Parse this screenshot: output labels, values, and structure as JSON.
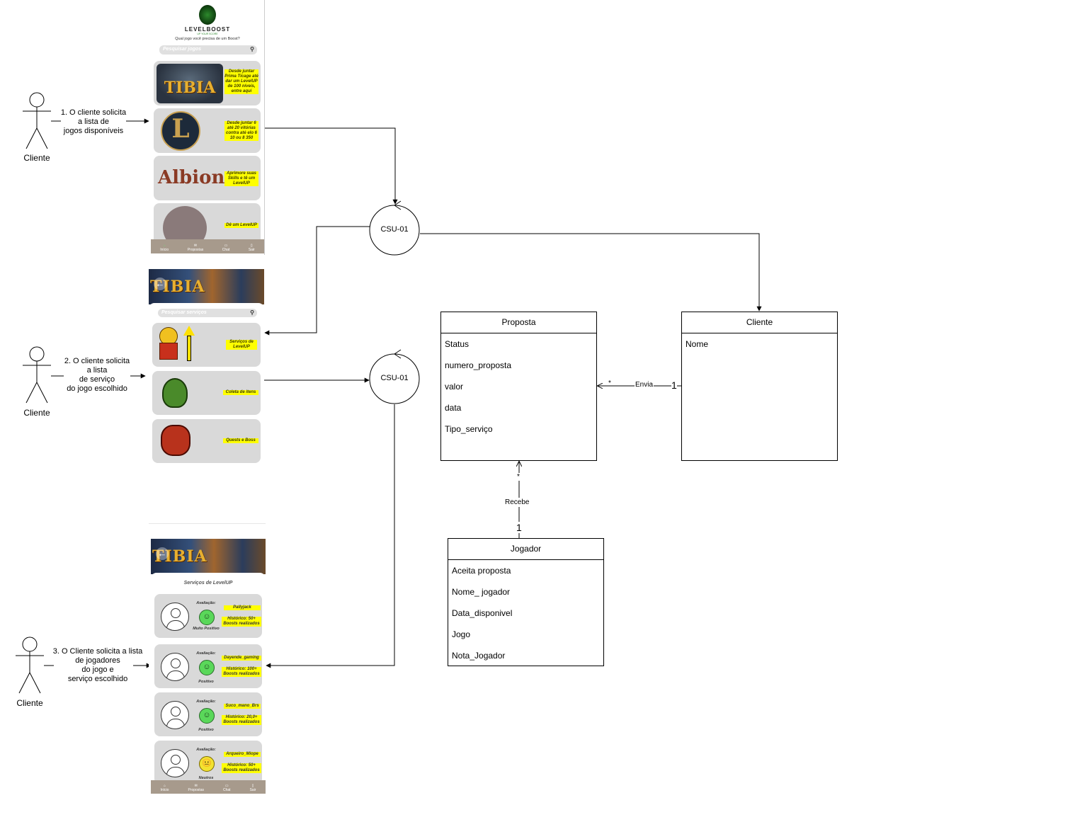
{
  "actors": [
    {
      "label": "Cliente",
      "step": "1. O cliente solicita\na lista de\njogos disponíveis"
    },
    {
      "label": "Cliente",
      "step": "2. O cliente solicita\na lista\nde serviço\ndo jogo escolhido"
    },
    {
      "label": "Cliente",
      "step": "3. O Cliente solicita a lista\nde jogadores\ndo jogo e\nserviço escolhido"
    }
  ],
  "controls": [
    {
      "label": "CSU-01"
    },
    {
      "label": "CSU-01"
    }
  ],
  "screen1": {
    "brand": "LEVELBOOST",
    "brand_tag": "UP YOUR SCORE",
    "subtitle": "Qual jogo você precisa de um Boost?",
    "search_placeholder": "Pesquisar jogos",
    "games": [
      {
        "name": "TIBIA",
        "desc": "Desde juntar Prima Ticage até dar um LevelUP de 100 níveis, entre aqui"
      },
      {
        "name": "L",
        "desc": "Desde juntar 6 até 20 vitórias contra até elo 6 10 ou 8 350"
      },
      {
        "name": "Albion",
        "desc": "Aprimore suas Skills e tê um LevelUP"
      },
      {
        "name": "",
        "desc": "Dê um LevelUP"
      }
    ],
    "nav": [
      "Início",
      "Propostas",
      "Chat",
      "Sair"
    ]
  },
  "screen2": {
    "banner_title": "TIBIA",
    "search_placeholder": "Pesquisar serviços",
    "services": [
      {
        "icon": "levelup-character-icon",
        "label": "Serviços de LevelUP"
      },
      {
        "icon": "bag-icon",
        "label": "Coleta de itens"
      },
      {
        "icon": "demon-icon",
        "label": "Quests e Boss"
      }
    ]
  },
  "screen3": {
    "banner_title": "TIBIA",
    "heading": "Serviços de LevelUP",
    "rating_label": "Avaliação:",
    "players": [
      {
        "name": "Pallyjack",
        "rating": "Muito Positivo",
        "history": "Histórico: 50+ Boosts realizados",
        "face": "happy",
        "color": "#5ad85a"
      },
      {
        "name": "Dayende_gaming",
        "rating": "Positivo",
        "history": "Histórico: 100+ Boosts realizados",
        "face": "happy",
        "color": "#5ad85a"
      },
      {
        "name": "Suco_mano_Brs",
        "rating": "Positivo",
        "history": "Histórico: 20,0+ Boosts realizados",
        "face": "happy",
        "color": "#5ad85a"
      },
      {
        "name": "Arqueiro_Miope",
        "rating": "Neutros",
        "history": "Histórico: 50+ Boosts realizados",
        "face": "neutral",
        "color": "#f2e230"
      }
    ],
    "nav": [
      "Início",
      "Propostas",
      "Chat",
      "Sair"
    ]
  },
  "classes": {
    "proposta": {
      "name": "Proposta",
      "attributes": [
        "Status",
        "numero_proposta",
        "valor",
        "data",
        "Tipo_serviço"
      ]
    },
    "cliente": {
      "name": "Cliente",
      "attributes": [
        "Nome"
      ]
    },
    "jogador": {
      "name": "Jogador",
      "attributes": [
        "Aceita proposta",
        "Nome_ jogador",
        "Data_disponivel",
        "Jogo",
        "Nota_Jogador"
      ]
    }
  },
  "associations": {
    "envia": {
      "label": "Envia",
      "mult_target": "*",
      "mult_source": "1"
    },
    "recebe": {
      "label": "Recebe",
      "mult_target": "*",
      "mult_source": "1"
    }
  }
}
